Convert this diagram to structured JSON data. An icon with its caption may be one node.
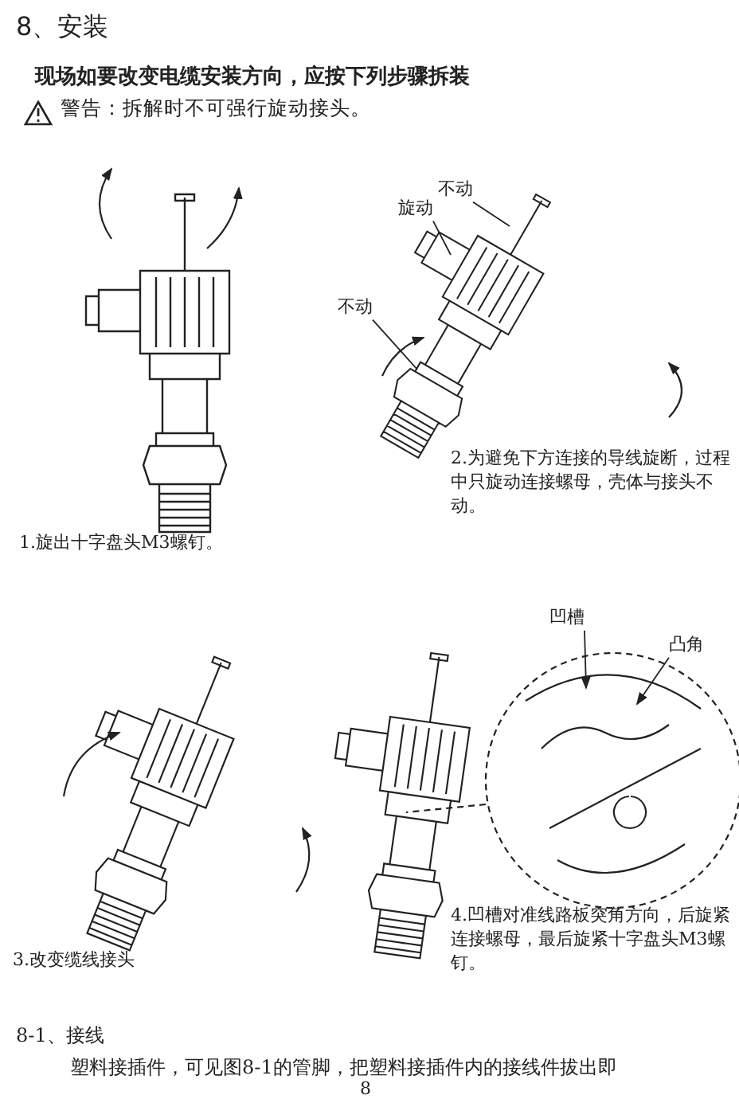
{
  "diagram": {
    "title": "8、安装",
    "nodes": [
      {
        "text": [
          "不动"
        ]
      },
      {
        "text": [
          "旋动"
        ]
      },
      {
        "text": [
          "不动"
        ]
      },
      {
        "text": [
          "凹槽"
        ]
      },
      {
        "text": [
          "凸角"
        ]
      }
    ],
    "edges": [
      {
        "from": 0,
        "to": null,
        "arrow": "none"
      },
      {
        "from": 1,
        "to": null,
        "arrow": "none"
      },
      {
        "from": 2,
        "to": null,
        "arrow": "none"
      },
      {
        "from": 3,
        "to": null,
        "arrow": "to"
      },
      {
        "from": 4,
        "to": null,
        "arrow": "to"
      }
    ],
    "labels": [
      "现场如要改变电缆安装方向，应按下列步骤拆装",
      "警告：拆解时不可强行旋动接头。",
      "1.旋出十字盘头M3螺钉。",
      "2.为避免下方连接的导线旋断，过程中只旋动连接螺母，壳体与接头不动。",
      "3.改变缆线接头",
      "4.凹槽对准线路板突角方向，后旋紧连接螺母，最后旋紧十字盘头M3螺钉。",
      "8-1、接线",
      "塑料接插件，可见图8-1的管脚，把塑料接插件内的接线件拔出即",
      "8"
    ]
  }
}
